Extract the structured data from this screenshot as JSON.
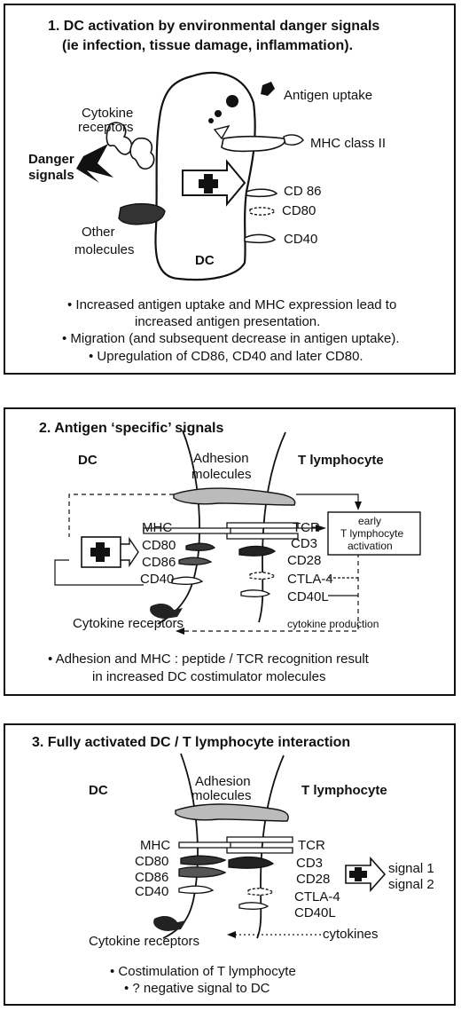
{
  "panel1": {
    "title_line1": "1.  DC activation by environmental danger signals",
    "title_line2": "(ie infection, tissue damage, inflammation).",
    "cytokine_receptors_1": "Cytokine",
    "cytokine_receptors_2": "receptors",
    "danger_1": "Danger",
    "danger_2": "signals",
    "other_1": "Other",
    "other_2": "molecules",
    "dc": "DC",
    "antigen_uptake": "Antigen uptake",
    "mhc_class_ii": "MHC class II",
    "cd86": "CD 86",
    "cd80": "CD80",
    "cd40": "CD40",
    "bullet1_line1": "• Increased antigen uptake and MHC expression lead to",
    "bullet1_line2": "increased antigen presentation.",
    "bullet2": "• Migration (and subsequent decrease in antigen uptake).",
    "bullet3": "• Upregulation of CD86, CD40 and later CD80."
  },
  "panel2": {
    "title": "2.  Antigen ‘specific’ signals",
    "dc": "DC",
    "adhesion_1": "Adhesion",
    "adhesion_2": "molecules",
    "t_lymphocyte": "T lymphocyte",
    "mhc": "MHC",
    "cd80": "CD80",
    "cd86": "CD86",
    "cd40": "CD40",
    "tcr": "TCR",
    "cd3": "CD3",
    "cd28": "CD28",
    "ctla4": "CTLA-4",
    "cd40l": "CD40L",
    "early_1": "early",
    "early_2": "T lymphocyte",
    "early_3": "activation",
    "cytokine_receptors": "Cytokine receptors",
    "cytokine_production": "cytokine production",
    "bullet_line1": "• Adhesion and MHC : peptide / TCR recognition result",
    "bullet_line2": "in increased DC costimulator molecules"
  },
  "panel3": {
    "title": "3.  Fully activated DC / T lymphocyte interaction",
    "dc": "DC",
    "adhesion_1": "Adhesion",
    "adhesion_2": "molecules",
    "t_lymphocyte": "T lymphocyte",
    "mhc": "MHC",
    "cd80": "CD80",
    "cd86": "CD86",
    "cd40": "CD40",
    "tcr": "TCR",
    "cd3": "CD3",
    "cd28": "CD28",
    "ctla4": "CTLA-4",
    "cd40l": "CD40L",
    "cytokines": "cytokines",
    "signal1": "signal 1",
    "signal2": "signal 2",
    "cytokine_receptors": "Cytokine receptors",
    "bullet1": "• Costimulation of T lymphocyte",
    "bullet2": "• ? negative signal to DC"
  }
}
